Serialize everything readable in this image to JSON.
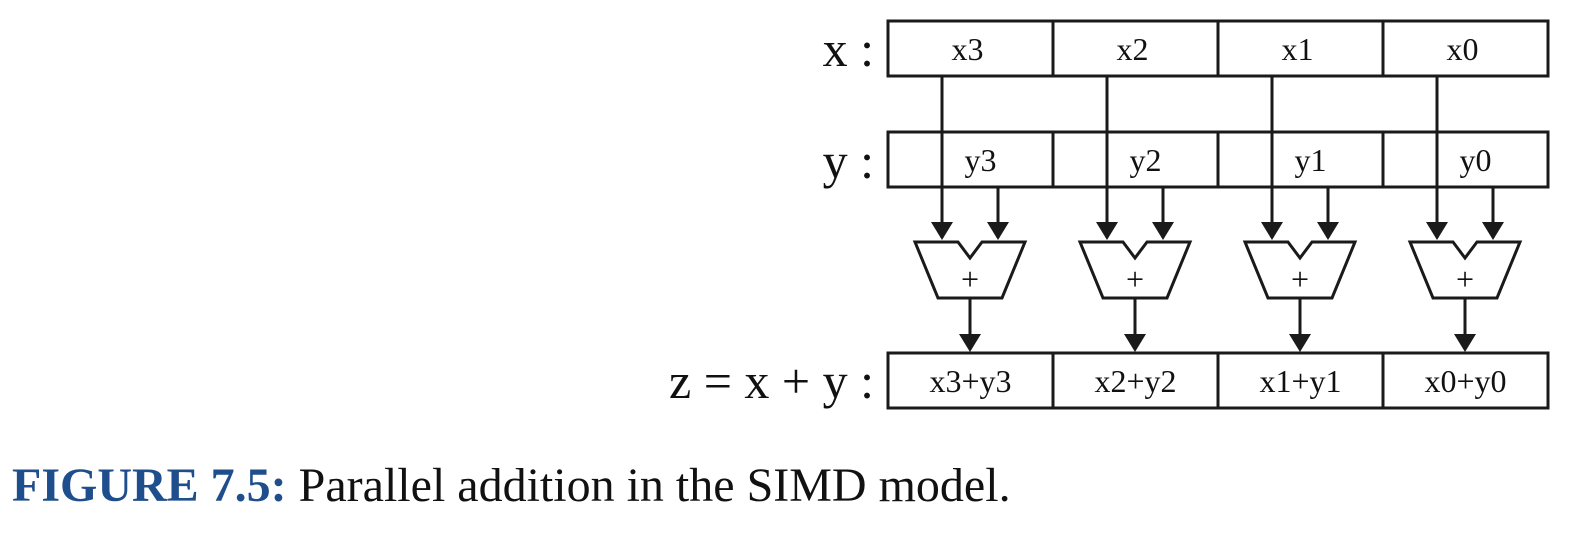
{
  "rows": {
    "x": {
      "label": "x :",
      "cells": [
        "x3",
        "x2",
        "x1",
        "x0"
      ]
    },
    "y": {
      "label": "y :",
      "cells": [
        "y3",
        "y2",
        "y1",
        "y0"
      ]
    },
    "z": {
      "label": "z = x + y :",
      "cells": [
        "x3+y3",
        "x2+y2",
        "x1+y1",
        "x0+y0"
      ]
    }
  },
  "adder_symbol": "+",
  "caption": {
    "label": "FIGURE 7.5:",
    "text": " Parallel addition in the SIMD model."
  },
  "colors": {
    "caption_label": "#1f4e8c",
    "stroke": "#1a1a1a"
  }
}
